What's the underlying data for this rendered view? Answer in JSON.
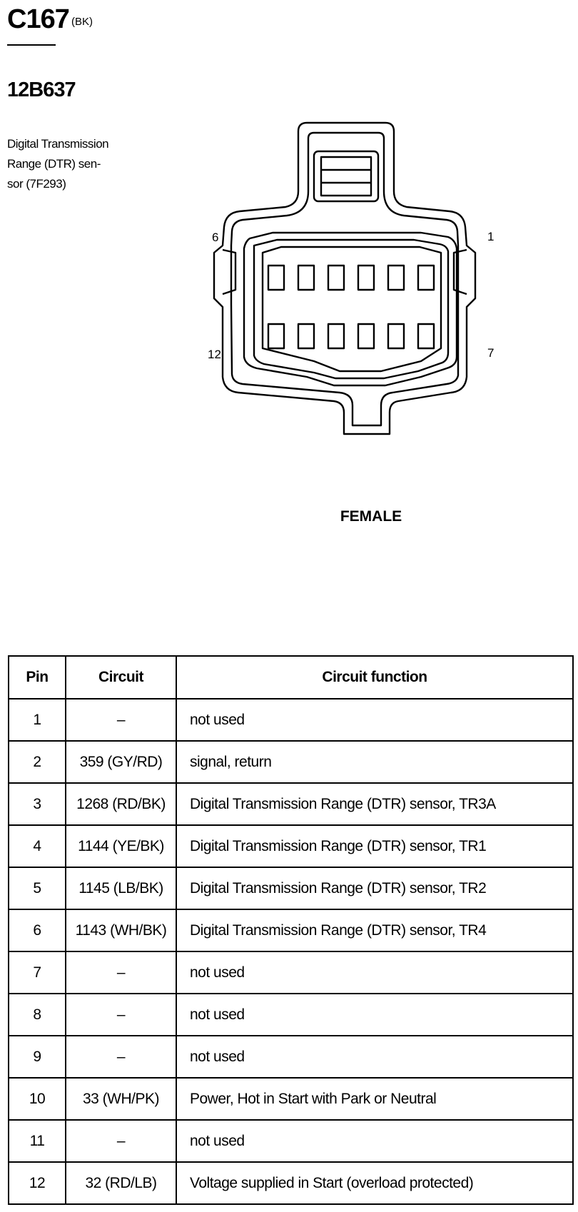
{
  "header": {
    "connector_id": "C167",
    "color_code": "(BK)",
    "part_number": "12B637",
    "description_lines": [
      "Digital Transmission",
      "Range (DTR) sen-",
      "sor (7F293)"
    ]
  },
  "diagram": {
    "pin_labels": {
      "top_left": "6",
      "top_right": "1",
      "bottom_left": "12",
      "bottom_right": "7"
    },
    "gender_label": "FEMALE"
  },
  "table": {
    "headers": {
      "pin": "Pin",
      "circuit": "Circuit",
      "function": "Circuit function"
    },
    "rows": [
      {
        "pin": "1",
        "circuit": "–",
        "function": "not used"
      },
      {
        "pin": "2",
        "circuit": "359 (GY/RD)",
        "function": "signal, return"
      },
      {
        "pin": "3",
        "circuit": "1268 (RD/BK)",
        "function": "Digital Transmission Range (DTR) sensor, TR3A"
      },
      {
        "pin": "4",
        "circuit": "1144 (YE/BK)",
        "function": "Digital Transmission Range (DTR) sensor, TR1"
      },
      {
        "pin": "5",
        "circuit": "1145 (LB/BK)",
        "function": "Digital Transmission Range (DTR) sensor, TR2"
      },
      {
        "pin": "6",
        "circuit": "1143 (WH/BK)",
        "function": "Digital Transmission Range (DTR) sensor, TR4"
      },
      {
        "pin": "7",
        "circuit": "–",
        "function": "not used"
      },
      {
        "pin": "8",
        "circuit": "–",
        "function": "not used"
      },
      {
        "pin": "9",
        "circuit": "–",
        "function": "not used"
      },
      {
        "pin": "10",
        "circuit": "33 (WH/PK)",
        "function": "Power, Hot in Start with Park or Neutral"
      },
      {
        "pin": "11",
        "circuit": "–",
        "function": "not used"
      },
      {
        "pin": "12",
        "circuit": "32 (RD/LB)",
        "function": "Voltage supplied in Start (overload protected)"
      }
    ]
  }
}
